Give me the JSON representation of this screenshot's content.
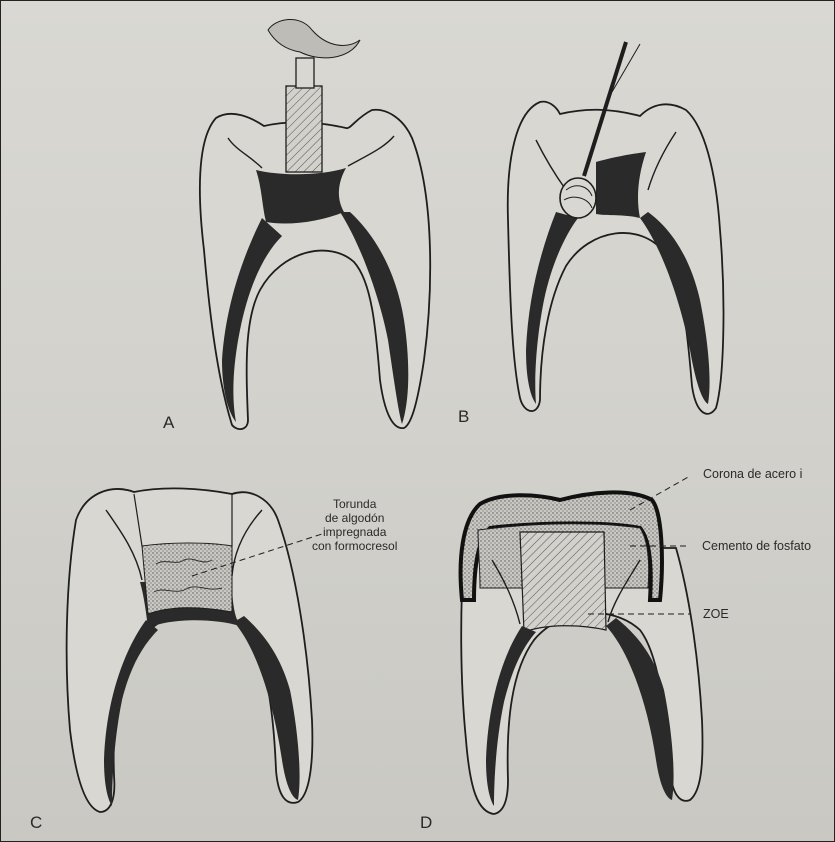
{
  "panels": [
    {
      "letter": "A"
    },
    {
      "letter": "B"
    },
    {
      "letter": "C"
    },
    {
      "letter": "D"
    }
  ],
  "labels": {
    "torunda": [
      "Torunda",
      "de algodón",
      "impregnada",
      "con formocresol"
    ],
    "corona": "Corona de acero i",
    "cemento": "Cemento de fosfato",
    "zoe": "ZOE"
  },
  "colors": {
    "paper": "#d6d5cf",
    "ink": "#1e1e1e",
    "pulp": "#2a2a2a"
  }
}
